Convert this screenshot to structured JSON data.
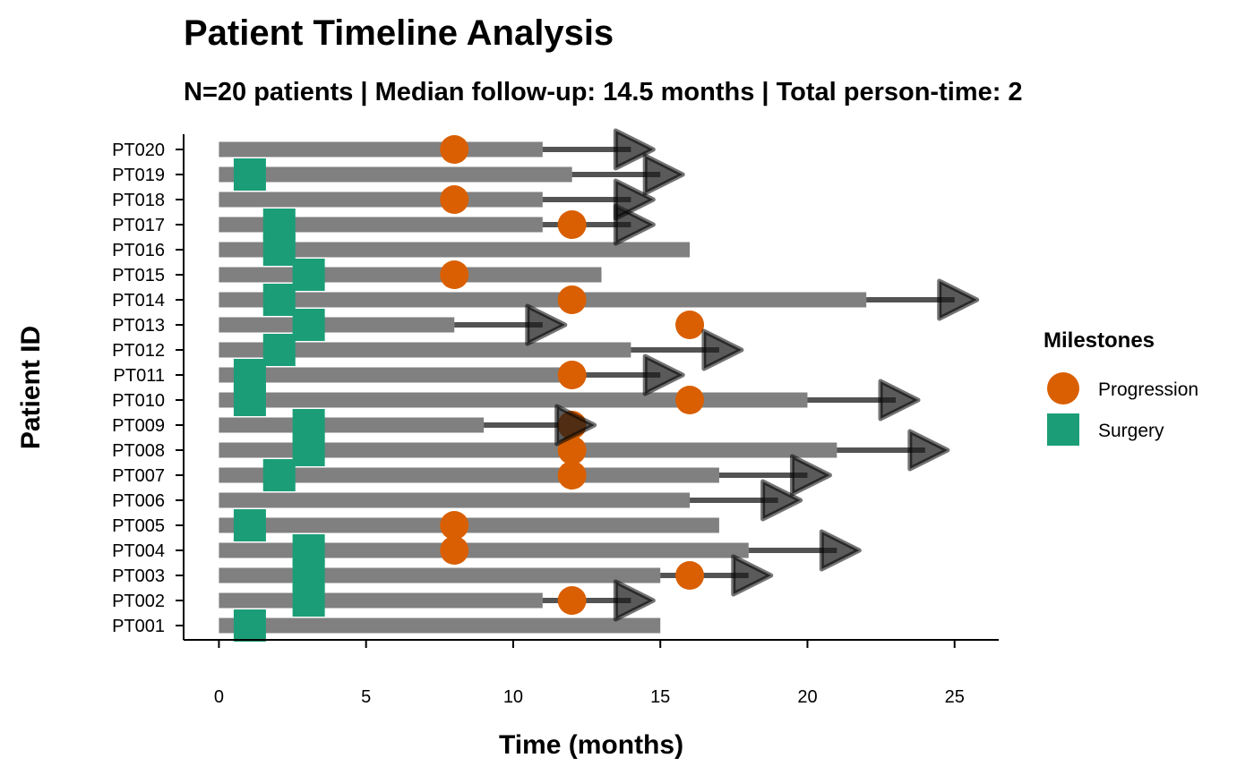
{
  "chart_data": {
    "type": "timeline",
    "title": "Patient Timeline Analysis",
    "subtitle": "N=20 patients | Median follow-up: 14.5 months | Total person-time: 2",
    "xlabel": "Time (months)",
    "ylabel": "Patient ID",
    "xlim": [
      -1.2,
      26.5
    ],
    "xticks": [
      0,
      5,
      10,
      15,
      20,
      25
    ],
    "grid": false,
    "legend": {
      "title": "Milestones",
      "placement": "right",
      "entries": [
        {
          "label": "Progression",
          "shape": "circle",
          "color": "#D95F02"
        },
        {
          "label": "Surgery",
          "shape": "square",
          "color": "#1B9E77"
        }
      ]
    },
    "colors": {
      "bar": "#808080",
      "arrow": "#1a1a1a",
      "progression": "#D95F02",
      "surgery": "#1B9E77"
    },
    "patients": [
      {
        "id": "PT001",
        "end": 15,
        "surgery": 1,
        "progression": null,
        "ongoing": false
      },
      {
        "id": "PT002",
        "end": 11,
        "surgery": 3,
        "progression": 12,
        "ongoing": true,
        "arrow_end": 14
      },
      {
        "id": "PT003",
        "end": 15,
        "surgery": 3,
        "progression": 16,
        "ongoing": true,
        "arrow_end": 18
      },
      {
        "id": "PT004",
        "end": 18,
        "surgery": 3,
        "progression": 8,
        "ongoing": true,
        "arrow_end": 21
      },
      {
        "id": "PT005",
        "end": 17,
        "surgery": 1,
        "progression": 8,
        "ongoing": false
      },
      {
        "id": "PT006",
        "end": 16,
        "surgery": null,
        "progression": null,
        "ongoing": true,
        "arrow_end": 19
      },
      {
        "id": "PT007",
        "end": 17,
        "surgery": 2,
        "progression": 12,
        "ongoing": true,
        "arrow_end": 20
      },
      {
        "id": "PT008",
        "end": 21,
        "surgery": 3,
        "progression": 12,
        "ongoing": true,
        "arrow_end": 24
      },
      {
        "id": "PT009",
        "end": 9,
        "surgery": 3,
        "progression": 12,
        "ongoing": true,
        "arrow_end": 12
      },
      {
        "id": "PT010",
        "end": 20,
        "surgery": 1,
        "progression": 16,
        "ongoing": true,
        "arrow_end": 23
      },
      {
        "id": "PT011",
        "end": 12,
        "surgery": 1,
        "progression": 12,
        "ongoing": true,
        "arrow_end": 15
      },
      {
        "id": "PT012",
        "end": 14,
        "surgery": 2,
        "progression": null,
        "ongoing": true,
        "arrow_end": 17
      },
      {
        "id": "PT013",
        "end": 8,
        "surgery": 3,
        "progression": 16,
        "ongoing": true,
        "arrow_end": 11
      },
      {
        "id": "PT014",
        "end": 22,
        "surgery": 2,
        "progression": 12,
        "ongoing": true,
        "arrow_end": 25
      },
      {
        "id": "PT015",
        "end": 13,
        "surgery": 3,
        "progression": 8,
        "ongoing": false
      },
      {
        "id": "PT016",
        "end": 16,
        "surgery": 2,
        "progression": null,
        "ongoing": false
      },
      {
        "id": "PT017",
        "end": 11,
        "surgery": 2,
        "progression": 12,
        "ongoing": true,
        "arrow_end": 14
      },
      {
        "id": "PT018",
        "end": 11,
        "surgery": null,
        "progression": 8,
        "ongoing": true,
        "arrow_end": 14
      },
      {
        "id": "PT019",
        "end": 12,
        "surgery": 1,
        "progression": null,
        "ongoing": true,
        "arrow_end": 15
      },
      {
        "id": "PT020",
        "end": 11,
        "surgery": null,
        "progression": 8,
        "ongoing": true,
        "arrow_end": 14
      }
    ]
  }
}
